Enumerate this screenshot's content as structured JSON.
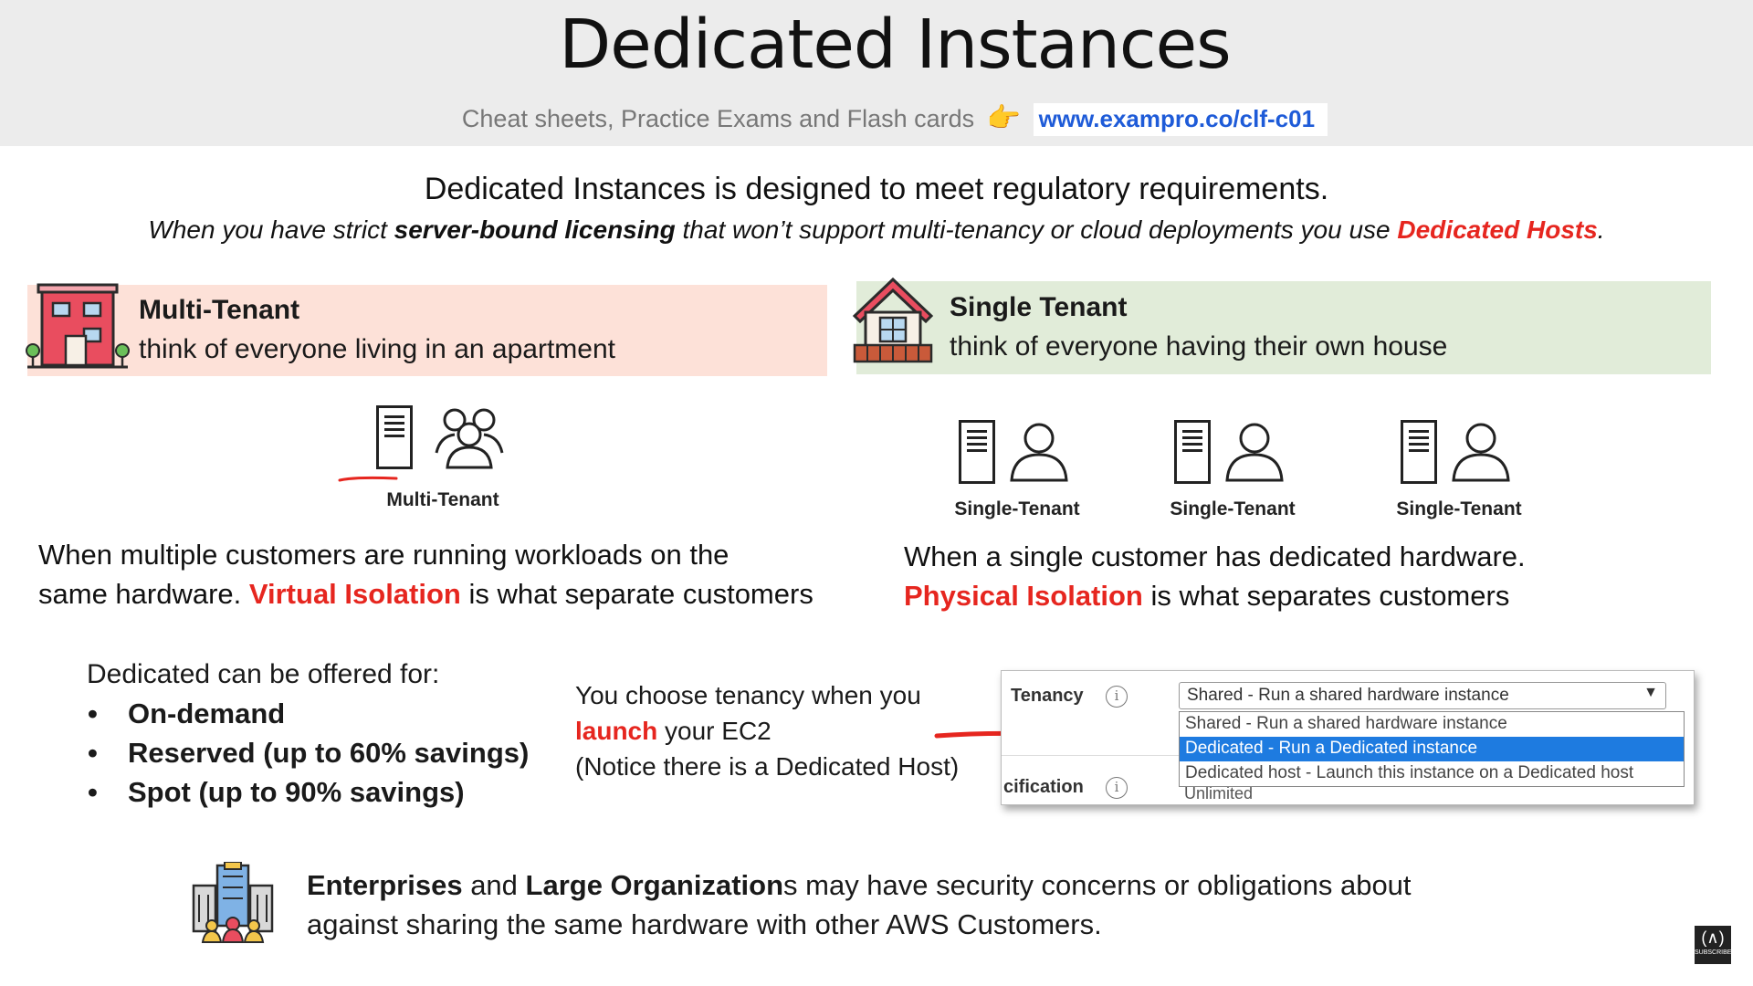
{
  "header": {
    "title": "Dedicated Instances",
    "subtitle": "Cheat sheets, Practice Exams and Flash cards",
    "url": "www.exampro.co/clf-c01",
    "pointer_icon": "pointing-hand-icon"
  },
  "intro": {
    "line1": "Dedicated Instances is designed to meet regulatory requirements.",
    "line2_part1": "When you have strict ",
    "line2_bold": "server-bound licensing",
    "line2_part2": " that won’t support multi-tenancy or cloud deployments you use ",
    "line2_red": "Dedicated Hosts",
    "line2_end": "."
  },
  "multi_tenant": {
    "title": "Multi-Tenant",
    "subtitle": "think of everyone living in an apartment",
    "icon": "apartment-building-icon",
    "diagram_label": "Multi-Tenant",
    "para_line1": "When multiple customers are running workloads on the",
    "para_line2_start": "same hardware. ",
    "para_red": "Virtual Isolation",
    "para_line2_end": " is what separate customers",
    "colors": {
      "box_bg": "#fde1d8"
    }
  },
  "single_tenant": {
    "title": "Single Tenant",
    "subtitle": "think of everyone having their own house",
    "icon": "house-icon",
    "diagram_labels": [
      "Single-Tenant",
      "Single-Tenant",
      "Single-Tenant"
    ],
    "para_line1": "When a single customer has dedicated hardware.",
    "para_red": "Physical Isolation",
    "para_line2_end": " is what separates customers",
    "colors": {
      "box_bg": "#e1ecd9"
    }
  },
  "offered": {
    "heading": "Dedicated can be offered for:",
    "items": [
      "On-demand",
      "Reserved (up to 60% savings)",
      "Spot (up to 90% savings)"
    ]
  },
  "ec2_note": {
    "line1": "You choose tenancy when you",
    "line2_red": "launch",
    "line2_rest": " your EC2",
    "line3": "(Notice there is a Dedicated Host)"
  },
  "tenancy_panel": {
    "label": "Tenancy",
    "label2": "cification",
    "selected_value": "Shared - Run a shared hardware instance",
    "options": [
      "Shared - Run a shared hardware instance",
      "Dedicated - Run a Dedicated instance",
      "Dedicated host - Launch this instance on a Dedicated host"
    ],
    "highlighted_index": 1,
    "obscured_text": "Unlimited"
  },
  "bottom": {
    "bold1": "Enterprises",
    "text1": " and ",
    "bold2": "Large Organization",
    "text2": "s may have security concerns or obligations about",
    "line2": "against sharing the same hardware with other AWS Customers.",
    "icon": "office-buildings-people-icon"
  },
  "colors": {
    "accent_red": "#e6261f",
    "link_blue": "#1e5bd8",
    "selected_blue": "#1e7be0"
  }
}
